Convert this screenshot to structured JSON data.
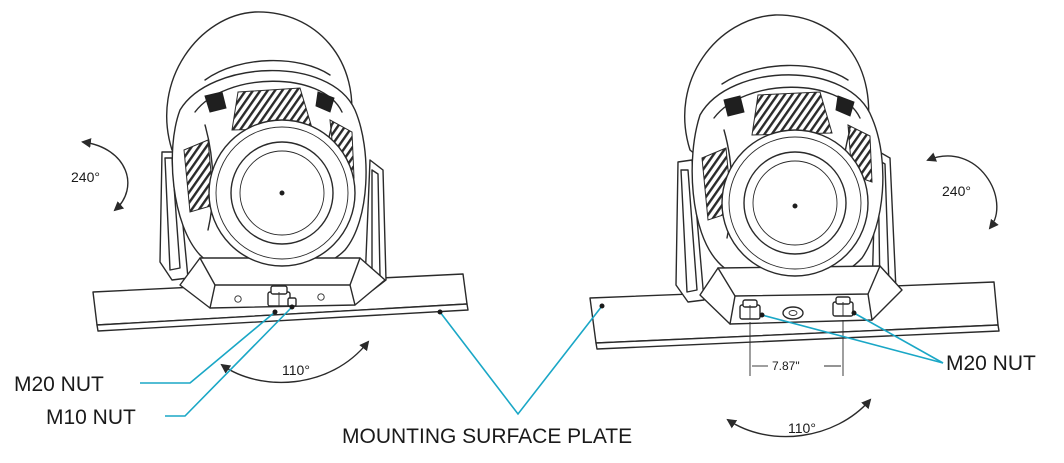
{
  "colors": {
    "callout": "#1aa7c6",
    "line": "#2a2a2a",
    "plate": "#ffffff"
  },
  "labels": {
    "m20_nut_left": "M20 NUT",
    "m10_nut": "M10 NUT",
    "mounting_plate": "MOUNTING SURFACE PLATE",
    "m20_nut_right": "M20 NUT",
    "rot_left_tilt": "240°",
    "rot_left_pan": "110°",
    "rot_right_tilt": "240°",
    "rot_right_pan": "110°",
    "dimension": "7.87\""
  }
}
